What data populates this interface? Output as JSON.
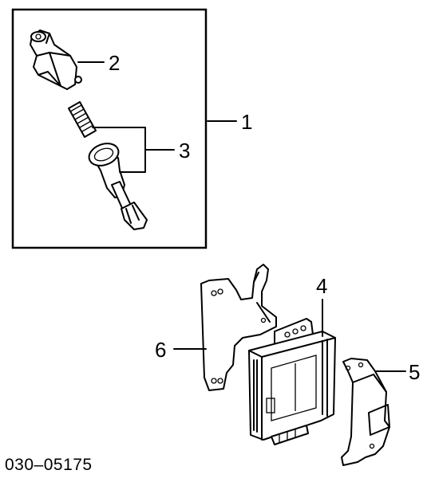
{
  "callouts": {
    "one": "1",
    "two": "2",
    "three": "3",
    "four": "4",
    "five": "5",
    "six": "6"
  },
  "diagram_code": "030–05175"
}
